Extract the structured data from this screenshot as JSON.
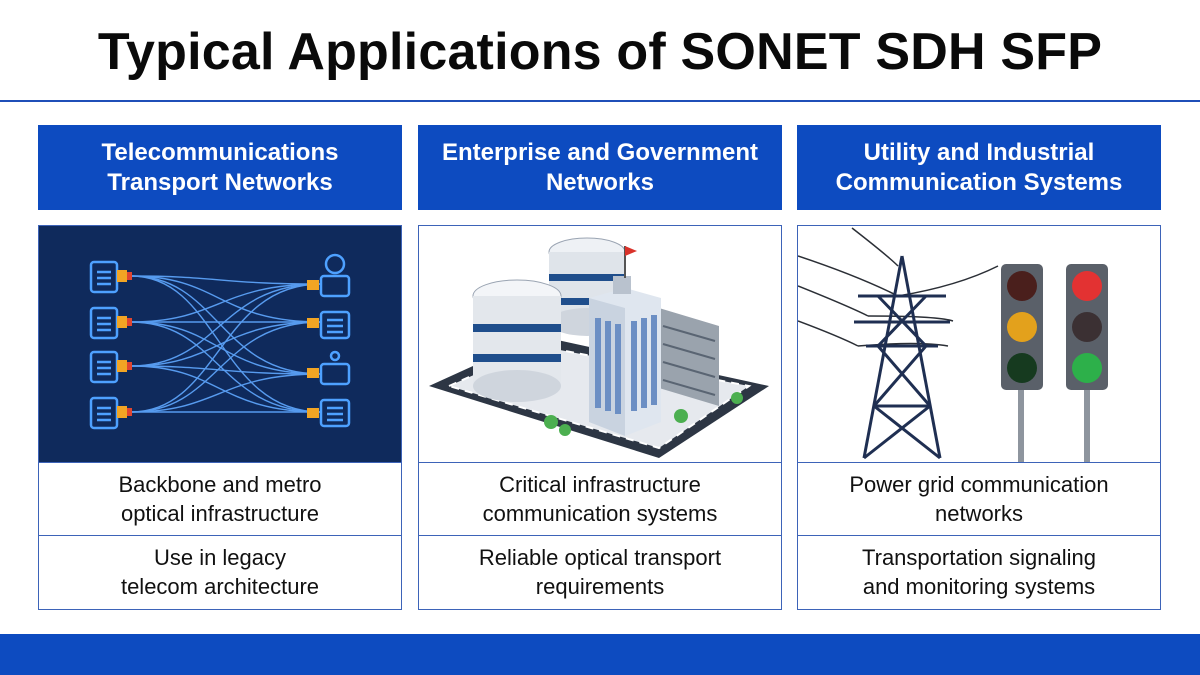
{
  "title": "Typical Applications of SONET SDH SFP",
  "columns": [
    {
      "header": "Telecommunications\nTransport Networks",
      "icon": "fiber-network-icon",
      "items": [
        "Backbone and metro\noptical infrastructure",
        "Use in legacy\ntelecom architecture"
      ]
    },
    {
      "header": "Enterprise and Government\nNetworks",
      "icon": "government-buildings-icon",
      "items": [
        "Critical infrastructure\ncommunication systems",
        "Reliable optical transport\nrequirements"
      ]
    },
    {
      "header": "Utility and Industrial\nCommunication Systems",
      "icon": "power-tower-traffic-light-icon",
      "items": [
        "Power grid communication\nnetworks",
        "Transportation signaling\nand monitoring systems"
      ]
    }
  ],
  "colors": {
    "accent": "#0d4bc0",
    "border": "#3d63b8",
    "illustration_bg": "#0f2a5c"
  }
}
